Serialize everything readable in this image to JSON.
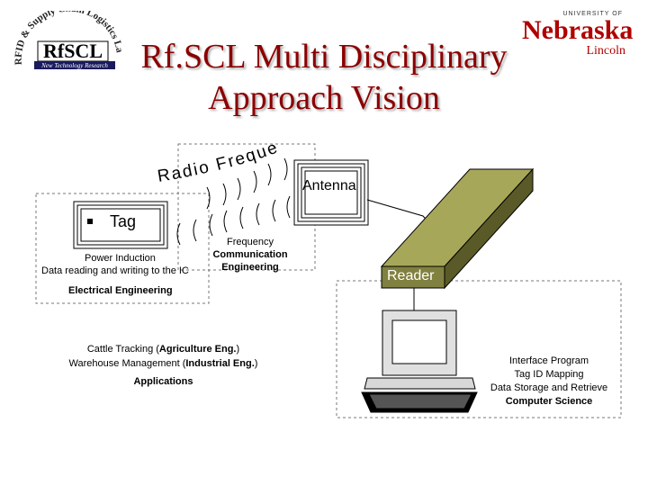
{
  "logo": {
    "arc_text": "RFID & Supply Chain Logistics Lab",
    "name": "RfSCL",
    "tagline": "New Technology Research"
  },
  "university": {
    "top": "UNIVERSITY OF",
    "name": "Nebraska",
    "campus": "Lincoln"
  },
  "title": {
    "line1": "Rf.SCL Multi Disciplinary",
    "line2": "Approach Vision"
  },
  "labels": {
    "radio_frequency": "Radio Frequency",
    "antenna": "Antenna",
    "tag": "Tag",
    "power_induction": "Power Induction",
    "data_rw": "Data reading and writing to the IC",
    "electrical": "Electrical Engineering",
    "freq_line1": "Frequency",
    "freq_line2": "Communication",
    "freq_line3": "Engineering",
    "reader": "Reader",
    "applications": {
      "line1_pre": "Cattle Tracking (",
      "line1_bold": "Agriculture Eng.",
      "line1_post": ")",
      "line2_pre": "Warehouse Management (",
      "line2_bold": "Industrial Eng.",
      "line2_post": ")",
      "line3": "Applications"
    },
    "computer": {
      "line1": "Interface Program",
      "line2": "Tag ID Mapping",
      "line3": "Data Storage and Retrieve",
      "line4": "Computer Science"
    }
  },
  "colors": {
    "title": "#8b0000",
    "reader": "#808040",
    "brand_red": "#b00000"
  }
}
